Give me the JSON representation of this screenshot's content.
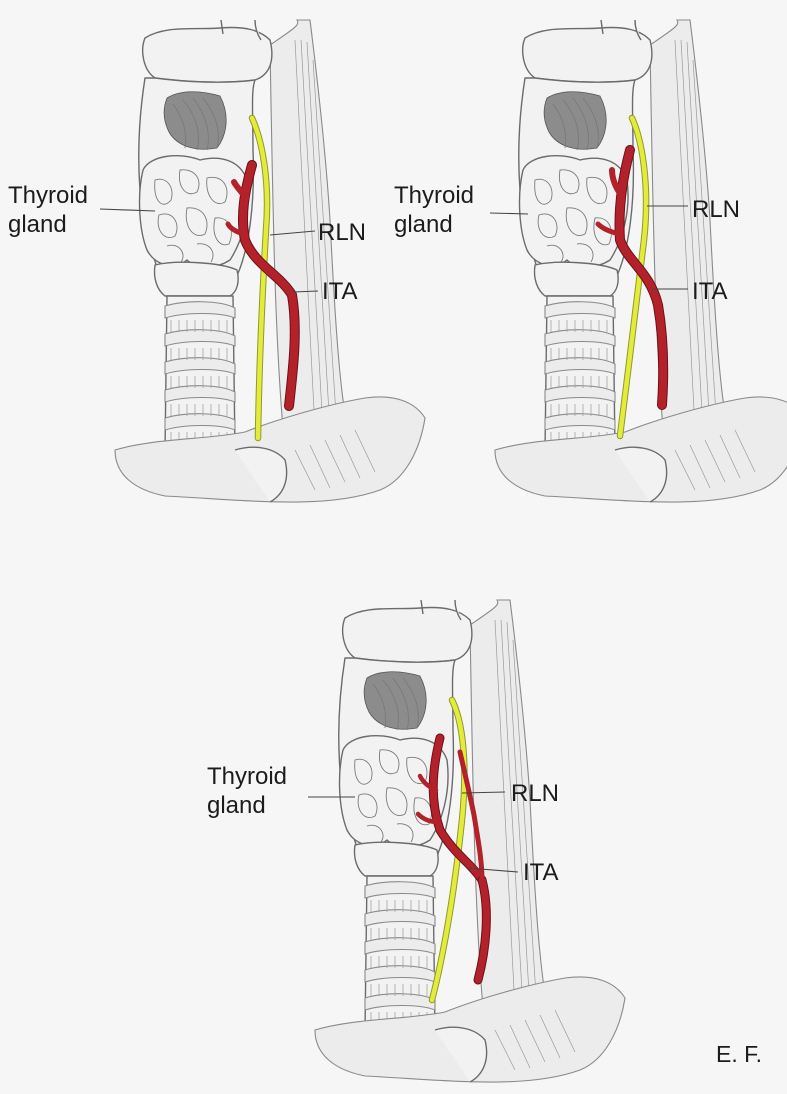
{
  "colors": {
    "nerve": "#e3ec3c",
    "artery": "#b3212b",
    "pencil": "#6b6b6b",
    "paper": "#f6f6f6"
  },
  "panels": [
    {
      "thyroid_label_line1": "Thyroid",
      "thyroid_label_line2": "gland",
      "nerve_label": "RLN",
      "artery_label": "ITA"
    },
    {
      "thyroid_label_line1": "Thyroid",
      "thyroid_label_line2": "gland",
      "nerve_label": "RLN",
      "artery_label": "ITA"
    },
    {
      "thyroid_label_line1": "Thyroid",
      "thyroid_label_line2": "gland",
      "nerve_label": "RLN",
      "artery_label": "ITA"
    }
  ],
  "signature": "E. F."
}
